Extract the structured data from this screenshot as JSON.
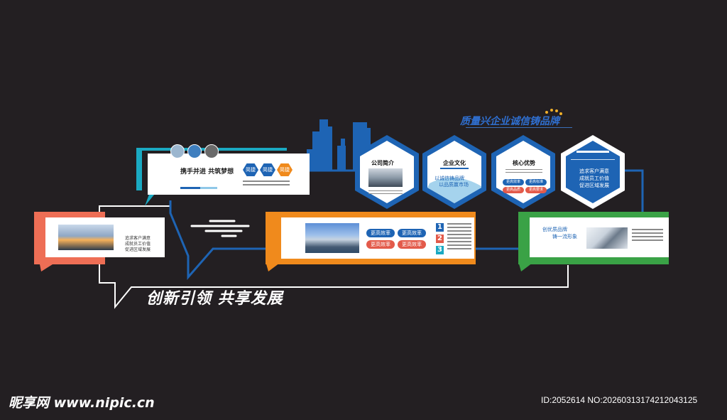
{
  "colors": {
    "background": "#231f22",
    "blue": "#1e64b4",
    "teal": "#1aa9c2",
    "orange": "#f08a1c",
    "coral": "#ee6e55",
    "green": "#3aa246",
    "red_button": "#e35a4a"
  },
  "headline": {
    "main": "创新引领 共享发展"
  },
  "brand_slogan": {
    "line1": "质量兴企业诚信铸品牌"
  },
  "panel_teal": {
    "title": "携手并进 共筑梦想",
    "badges": [
      "简捷",
      "简捷",
      "简捷"
    ]
  },
  "panel_coral": {
    "lines": [
      "追求客户满意",
      "成就员工价值",
      "促进区域发展"
    ]
  },
  "panel_orange": {
    "buttons": [
      "更高效率",
      "更高效率",
      "更高效率",
      "更高效率"
    ],
    "numbers": [
      "1",
      "2",
      "3"
    ]
  },
  "panel_green": {
    "lines": [
      "创优质品牌",
      "铸一流形象"
    ]
  },
  "hexagons": [
    {
      "title": "公司简介"
    },
    {
      "title": "企业文化",
      "calligraphy": [
        "以诚信铸品牌",
        "以品质赢市场"
      ]
    },
    {
      "title": "核心优势",
      "buttons": [
        "更高效率",
        "更高标准",
        "更高品质",
        "更高要求"
      ]
    },
    {
      "title": "",
      "lines": [
        "追求客户满意",
        "成就员工价值",
        "促进区域发展"
      ]
    }
  ],
  "watermark": {
    "site_logo": "昵享网 www.nipic.cn",
    "id_text": "ID:2052614 NO:20260313174212043125"
  }
}
